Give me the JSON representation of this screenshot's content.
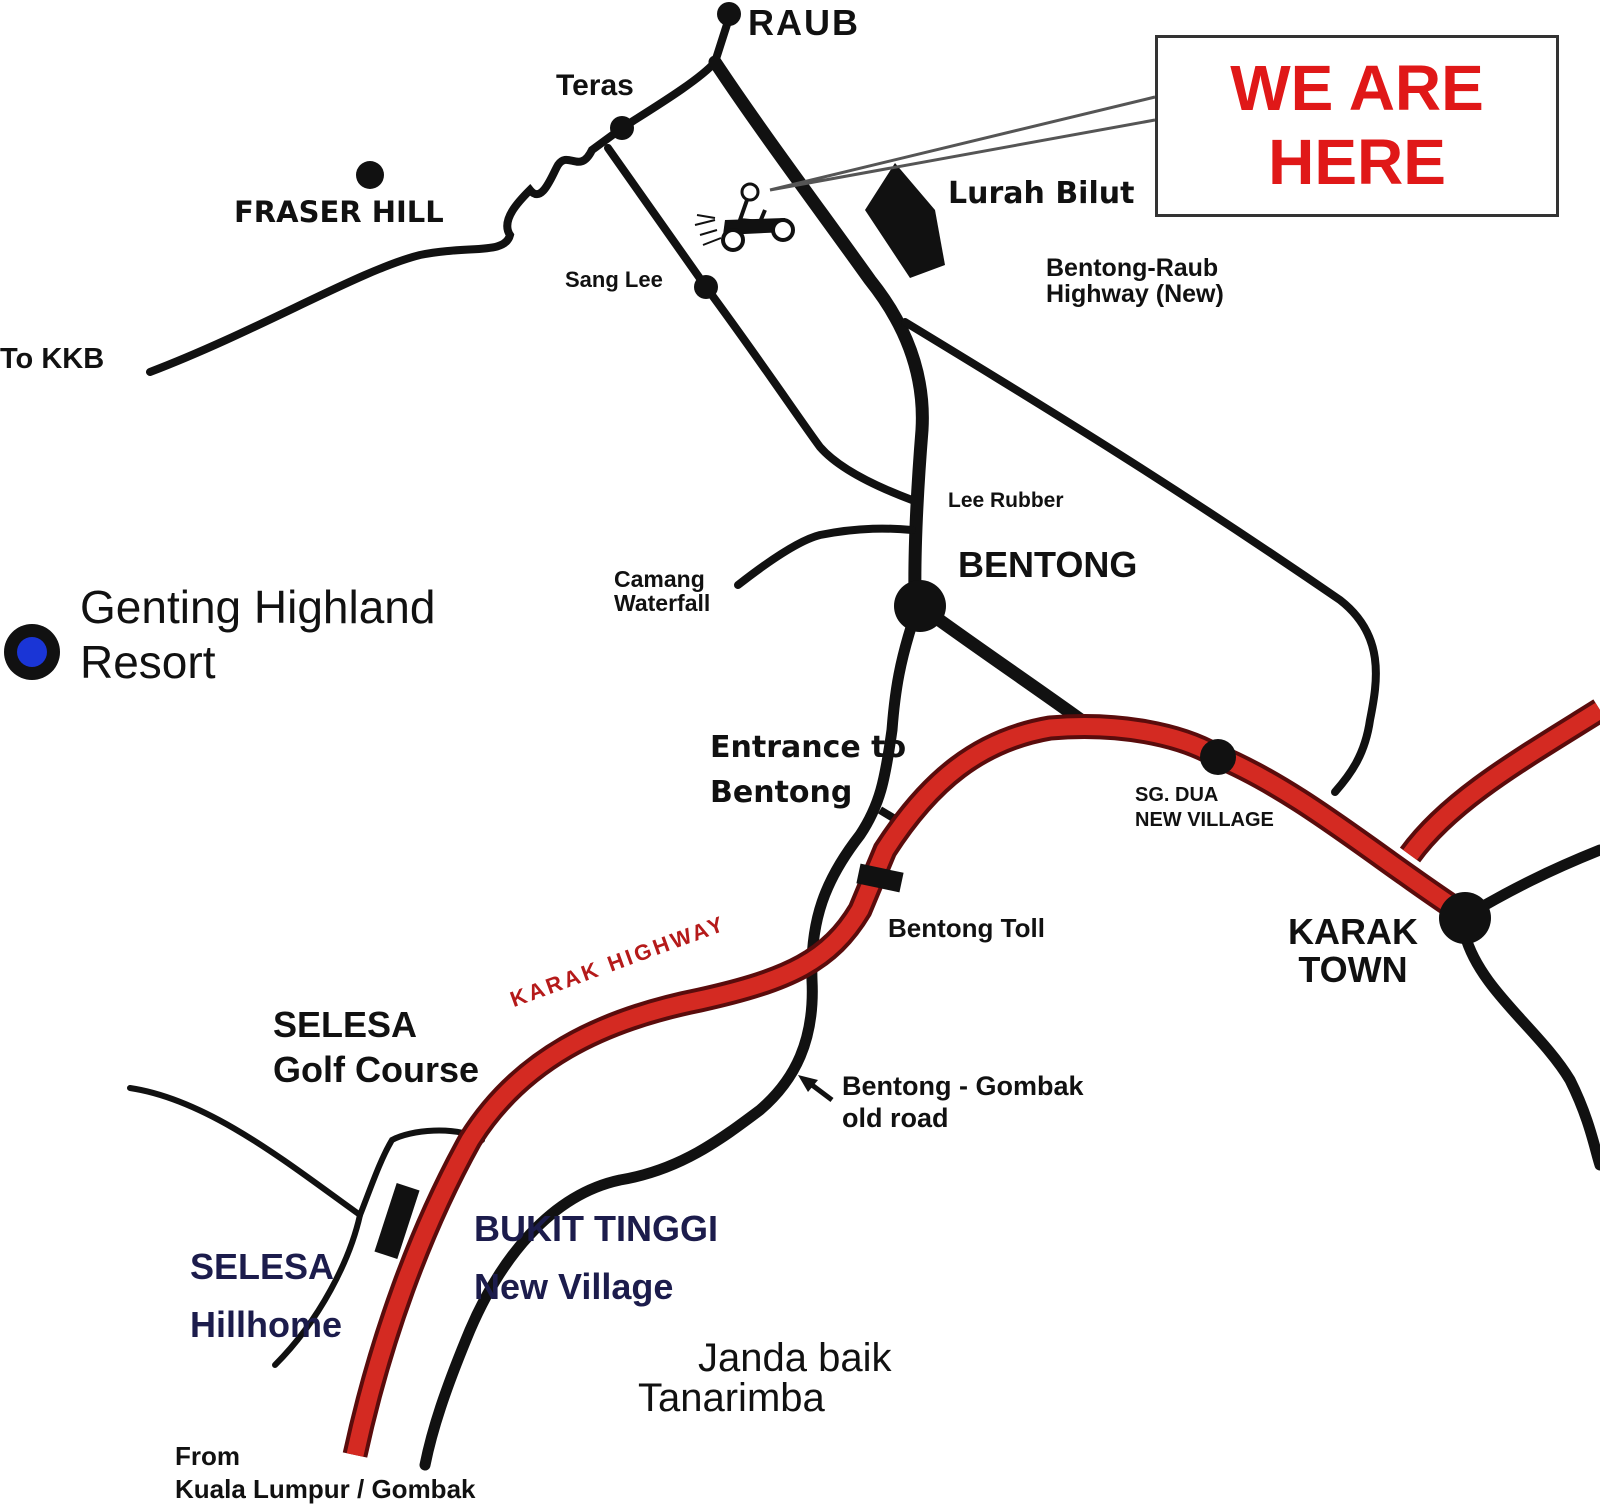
{
  "map": {
    "callout": {
      "line1": "WE ARE",
      "line2": "HERE"
    },
    "colors": {
      "road": "#111111",
      "highway": "#d42a22",
      "highway_outline": "#6a1010",
      "callout_text": "#e01818",
      "genting_marker": "#1a35d6",
      "selesa_text": "#1c1c4c"
    },
    "labels": {
      "raub": "RAUB",
      "teras": "Teras",
      "fraser_hill": "FRASER HILL",
      "lurah_bilut": "Lurah Bilut",
      "bentong_raub_highway": [
        "Bentong-Raub",
        "Highway (New)"
      ],
      "sang_lee": "Sang Lee",
      "to_kkb": "To KKB",
      "lee_rubber": "Lee Rubber",
      "bentong": "BENTONG",
      "camang_waterfall": [
        "Camang",
        "Waterfall"
      ],
      "genting": [
        "Genting Highland",
        "Resort"
      ],
      "entrance_to_bentong": [
        "Entrance to",
        "Bentong"
      ],
      "sg_dua": [
        "SG. DUA",
        "NEW VILLAGE"
      ],
      "karak_town": [
        "KARAK",
        "TOWN"
      ],
      "bentong_toll": "Bentong Toll",
      "karak_highway": "KARAK HIGHWAY",
      "selesa_golf": [
        "SELESA",
        "Golf Course"
      ],
      "bentong_gombak": [
        "Bentong - Gombak",
        "old road"
      ],
      "bukit_tinggi": [
        "BUKIT TINGGI",
        "New Village"
      ],
      "selesa_hillhome": [
        "SELESA",
        "Hillhome"
      ],
      "janda_baik": [
        "Janda baik",
        "Tanarimba"
      ],
      "from_kl": [
        "From",
        "Kuala Lumpur / Gombak"
      ]
    },
    "icons": {
      "atv": "atv-rider-icon",
      "genting_marker": "location-dot-icon",
      "arrow": "pointer-arrow-icon"
    }
  }
}
